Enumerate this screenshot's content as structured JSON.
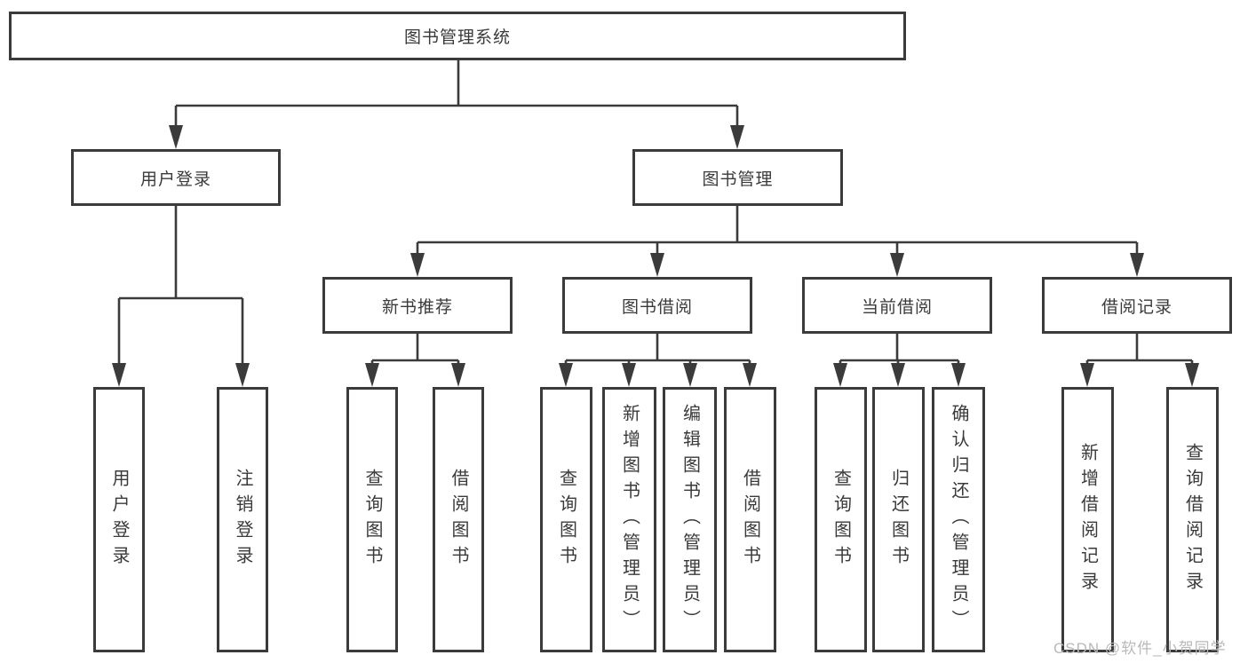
{
  "diagram": {
    "title": "图书管理系统",
    "watermark": "CSDN @软件_小贺同学",
    "colors": {
      "line": "#3b3b3b",
      "text": "#3a3a3a",
      "watermark": "#b9b9b9",
      "background": "#ffffff"
    },
    "tree": {
      "label": "图书管理系统",
      "children": [
        {
          "label": "用户登录",
          "children": [
            {
              "label": "用户登录"
            },
            {
              "label": "注销登录"
            }
          ]
        },
        {
          "label": "图书管理",
          "children": [
            {
              "label": "新书推荐",
              "children": [
                {
                  "label": "查询图书"
                },
                {
                  "label": "借阅图书"
                }
              ]
            },
            {
              "label": "图书借阅",
              "children": [
                {
                  "label": "查询图书"
                },
                {
                  "label": "新增图书（管理员）"
                },
                {
                  "label": "编辑图书（管理员）"
                },
                {
                  "label": "借阅图书"
                }
              ]
            },
            {
              "label": "当前借阅",
              "children": [
                {
                  "label": "查询图书"
                },
                {
                  "label": "归还图书"
                },
                {
                  "label": "确认归还（管理员）"
                }
              ]
            },
            {
              "label": "借阅记录",
              "children": [
                {
                  "label": "新增借阅记录"
                },
                {
                  "label": "查询借阅记录"
                }
              ]
            }
          ]
        }
      ]
    }
  }
}
